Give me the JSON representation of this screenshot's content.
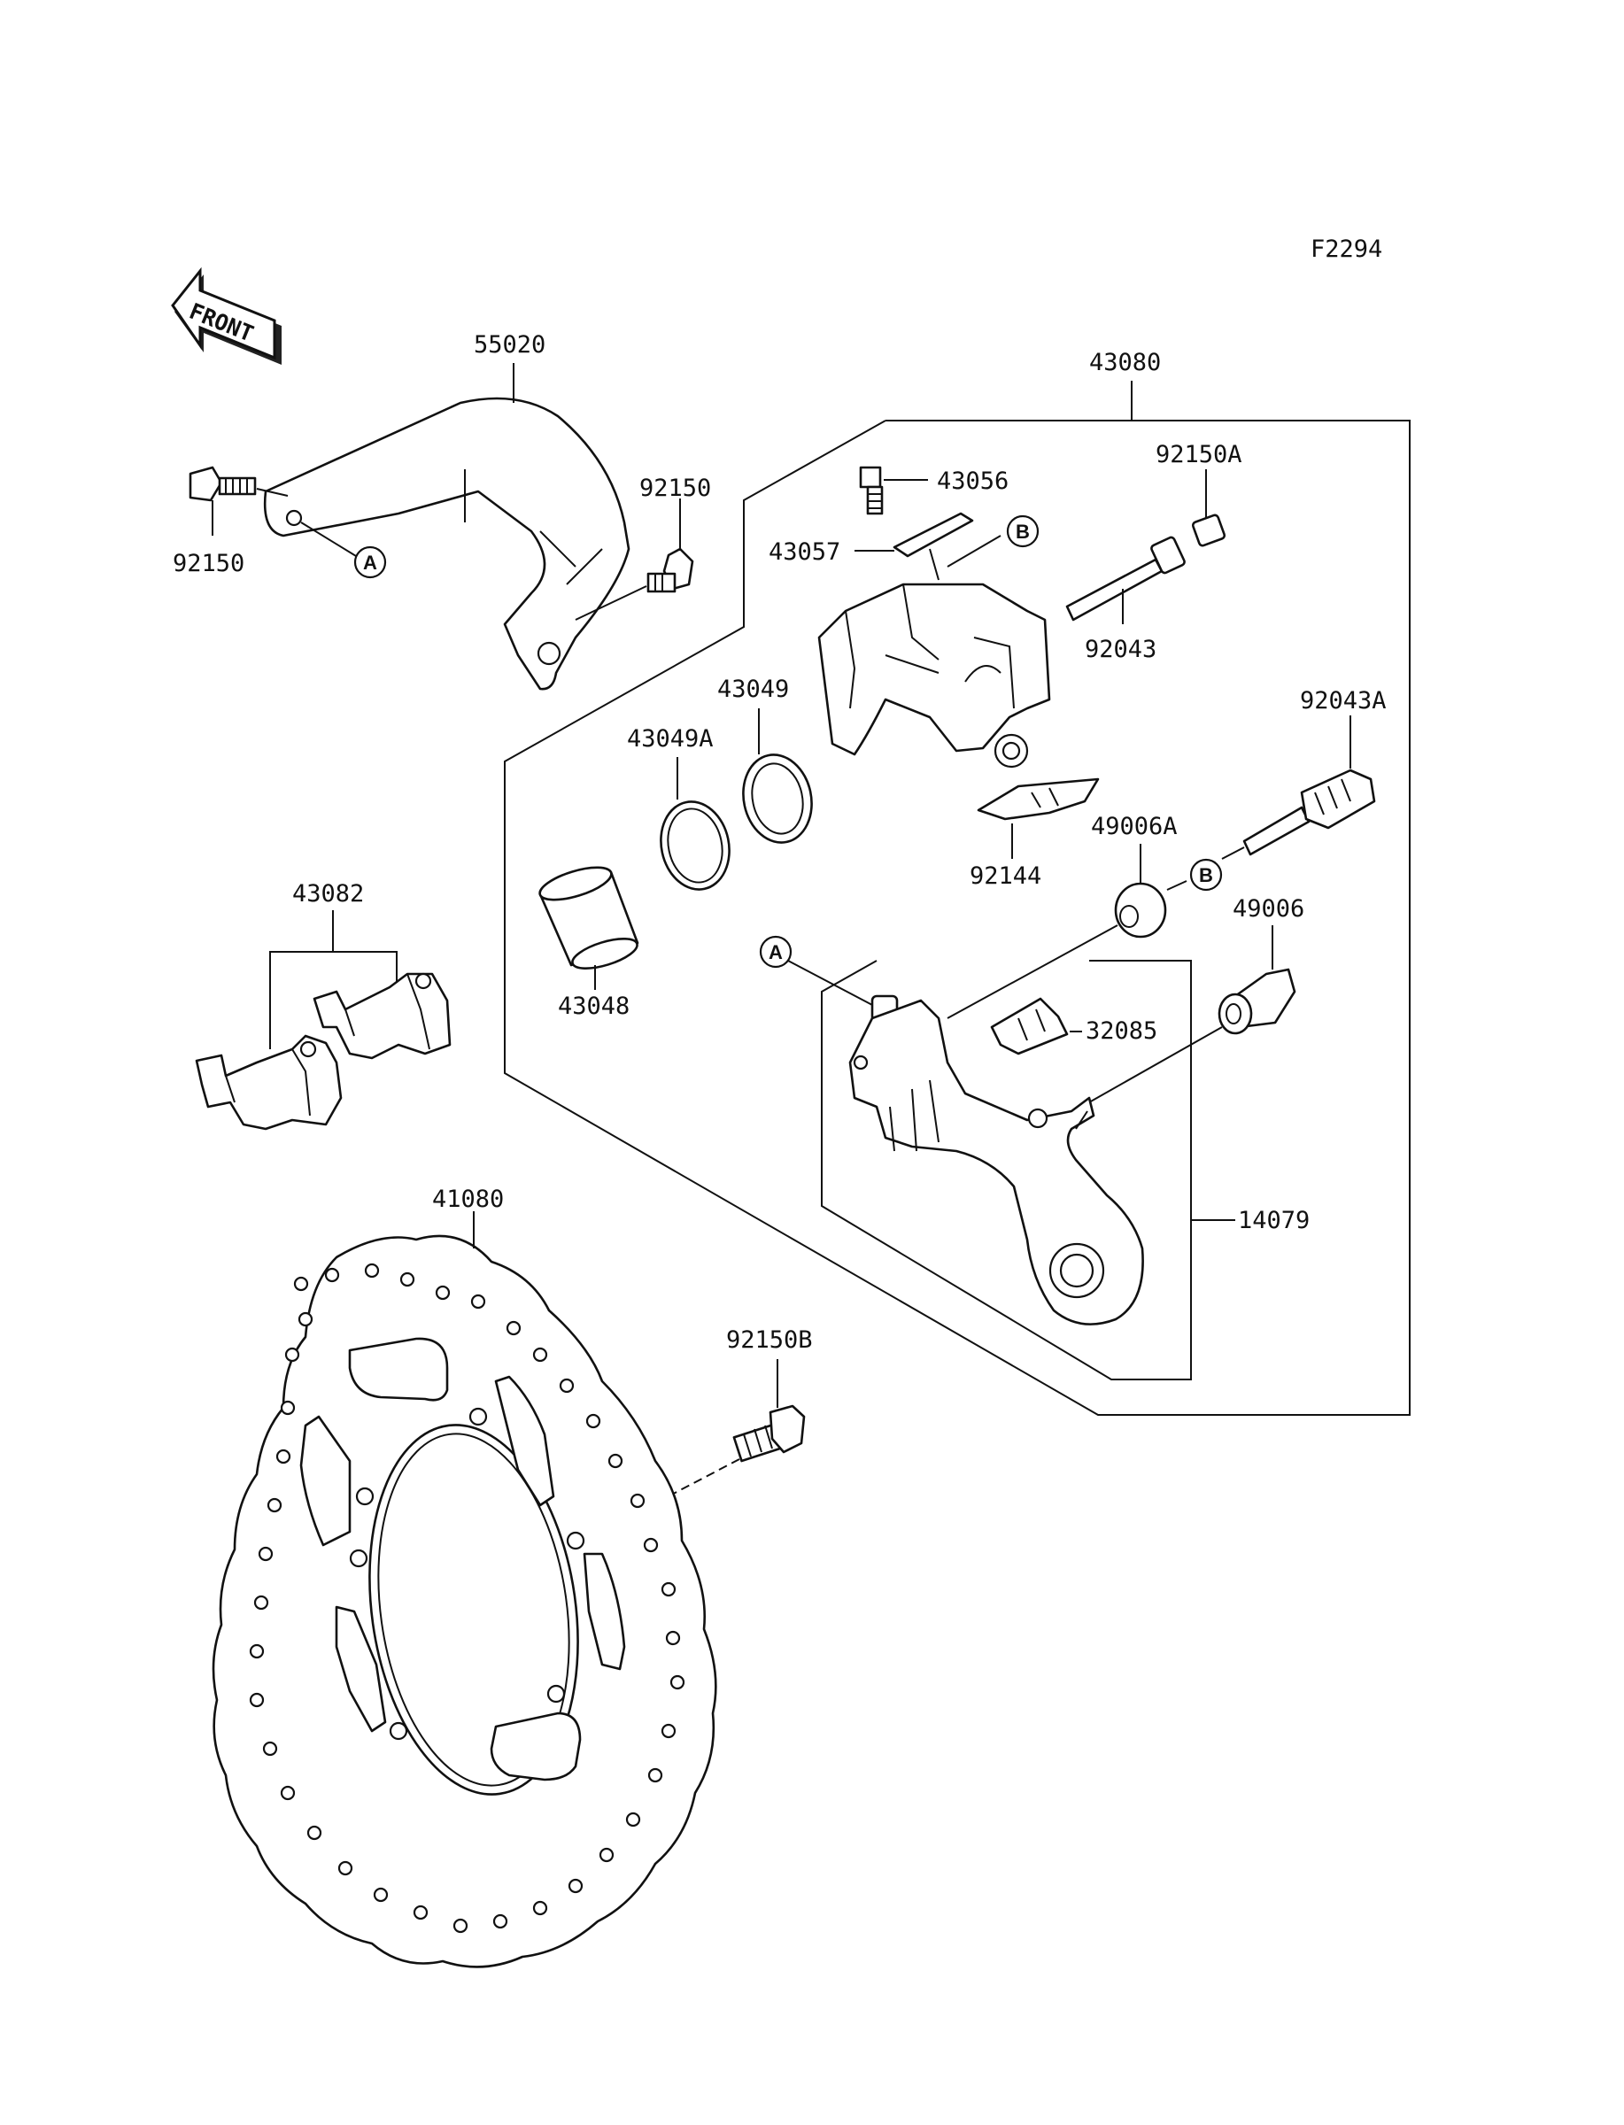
{
  "figure_code": "F2294",
  "front_arrow_label": "FRONT",
  "parts": {
    "p55020": "55020",
    "p43080": "43080",
    "p92150_left": "92150",
    "p92150_mid": "92150",
    "p43056": "43056",
    "p92150A": "92150A",
    "p43057": "43057",
    "p92043": "92043",
    "p43049": "43049",
    "p43049A": "43049A",
    "p92043A": "92043A",
    "p92144": "92144",
    "p49006A": "49006A",
    "p43082": "43082",
    "p49006": "49006",
    "p43048": "43048",
    "p32085": "32085",
    "p41080": "41080",
    "p14079": "14079",
    "p92150B": "92150B"
  },
  "refs": {
    "A1": "A",
    "A2": "A",
    "B1": "B",
    "B2": "B"
  }
}
